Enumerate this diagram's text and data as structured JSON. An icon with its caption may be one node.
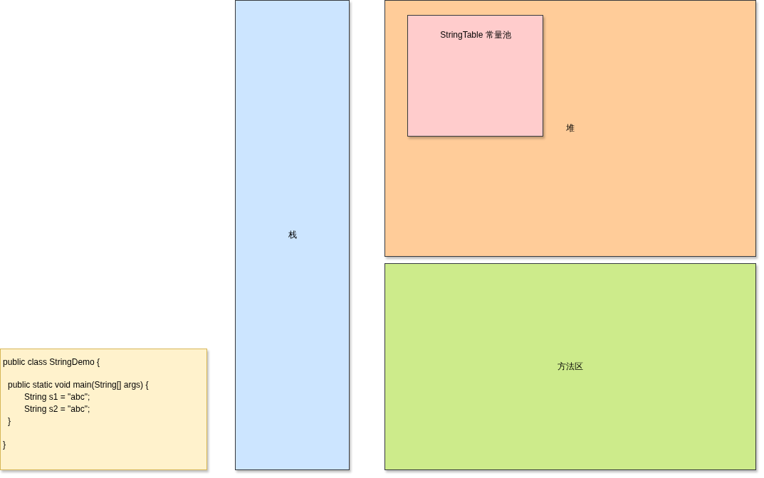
{
  "diagram": {
    "nodes": [
      {
        "text": [
          "public class StringDemo {",
          "public static void main(String[] args) {",
          "String s1 = \"abc\";",
          "String s2 = \"abc\";",
          "}",
          "}"
        ]
      },
      {
        "text": [
          "栈"
        ]
      },
      {
        "text": [
          "堆"
        ]
      },
      {
        "text": [
          "StringTable 常量池"
        ],
        "in": 2
      },
      {
        "text": [
          "方法区"
        ]
      }
    ]
  }
}
